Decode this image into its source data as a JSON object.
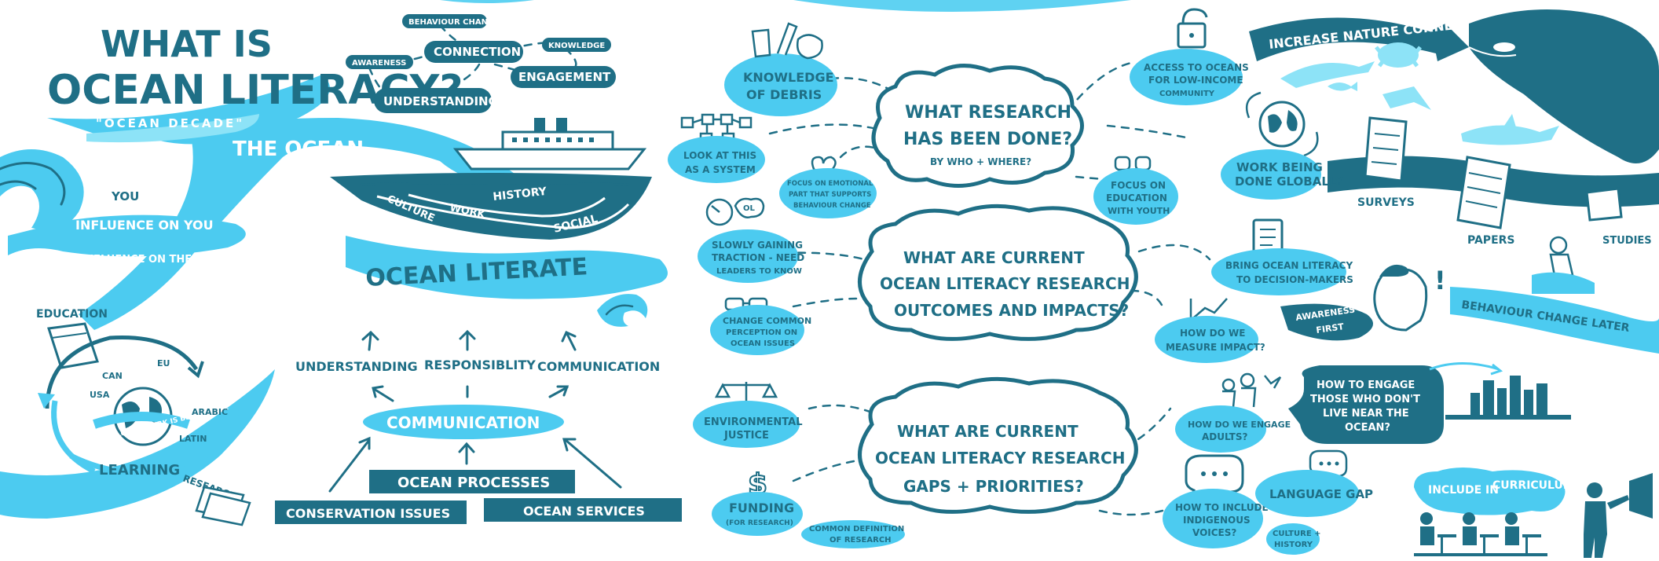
{
  "title": {
    "line1": "WHAT IS",
    "line2": "OCEAN LITERACY?",
    "subtitle": "\"OCEAN DECADE\""
  },
  "left": {
    "the_ocean": "THE OCEAN",
    "you": "YOU",
    "influence_on_you": "INFLUENCE ON YOU",
    "your_influence": "AND YOUR INFLUENCE ON THE OCEAN",
    "network": {
      "behaviour_change": "BEHAVIOUR CHANGE",
      "knowledge": "KNOWLEDGE",
      "awareness": "AWARENESS",
      "connection": "CONNECTION",
      "engagement": "ENGAGEMENT",
      "understanding": "UNDERSTANDING"
    },
    "layers": {
      "culture": "CULTURE",
      "work": "WORK",
      "history": "HISTORY",
      "social": "SOCIAL"
    },
    "ocean_literate": "OCEAN LITERATE",
    "pillars": {
      "understanding": "UNDERSTANDING",
      "responsibility": "RESPONSIBLITY",
      "communication": "COMMUNICATION"
    },
    "communication_hub": "COMMUNICATION",
    "ocean_processes": "OCEAN PROCESSES",
    "conservation_issues": "CONSERVATION ISSUES",
    "ocean_services": "OCEAN SERVICES",
    "cycle": {
      "education": "EDUCATION",
      "learning": "LEARNING",
      "research": "RESEARCH",
      "globe_banner": "GLOBAL WORK IS BEING DONE",
      "places": [
        "CAN",
        "EU",
        "USA",
        "ARABIC",
        "LATIN"
      ]
    }
  },
  "center": {
    "q1": {
      "line1": "WHAT RESEARCH",
      "line2": "HAS BEEN DONE?",
      "line3": "BY WHO + WHERE?"
    },
    "q2": {
      "line1": "WHAT ARE CURRENT",
      "line2": "OCEAN LITERACY RESEARCH",
      "line3": "OUTCOMES AND IMPACTS?"
    },
    "q3": {
      "line1": "WHAT ARE CURRENT",
      "line2": "OCEAN LITERACY RESEARCH",
      "line3": "GAPS + PRIORITIES?"
    },
    "knowledge_of_debris": [
      "KNOWLEDGE",
      "OF DEBRIS"
    ],
    "system": [
      "LOOK AT THIS",
      "AS A SYSTEM"
    ],
    "emotional": [
      "FOCUS ON EMOTIONAL",
      "PART THAT SUPPORTS",
      "BEHAVIOUR CHANGE"
    ],
    "slowly": [
      "SLOWLY GAINING",
      "TRACTION - NEED",
      "LEADERS TO KNOW"
    ],
    "ol_bubble": "OL",
    "perception": [
      "CHANGE COMMON",
      "PERCEPTION ON",
      "OCEAN ISSUES"
    ],
    "justice": [
      "ENVIRONMENTAL",
      "JUSTICE"
    ],
    "funding": [
      "FUNDING",
      "(FOR RESEARCH)"
    ],
    "definition": [
      "COMMON DEFINITION",
      "OF RESEARCH"
    ]
  },
  "right": {
    "access": [
      "ACCESS TO OCEANS",
      "FOR LOW-INCOME",
      "COMMUNITY"
    ],
    "increase_nature": "INCREASE NATURE CONNECTION",
    "global": [
      "WORK BEING",
      "DONE GLOBALLY"
    ],
    "youth": [
      "FOCUS ON",
      "EDUCATION",
      "WITH YOUTH"
    ],
    "surveys": "SURVEYS",
    "papers": "PAPERS",
    "studies": "STUDIES",
    "decision": [
      "BRING OCEAN LITERACY",
      "TO DECISION-MAKERS"
    ],
    "measure": [
      "HOW DO WE",
      "MEASURE IMPACT?"
    ],
    "awareness_first": [
      "AWARENESS",
      "FIRST"
    ],
    "behaviour_later": "BEHAVIOUR CHANGE LATER",
    "engage_adults": [
      "HOW DO WE ENGAGE",
      "ADULTS?"
    ],
    "engage_far": [
      "HOW TO ENGAGE",
      "THOSE WHO DON'T",
      "LIVE NEAR THE",
      "OCEAN?"
    ],
    "indigenous": [
      "HOW TO INCLUDE",
      "INDIGENOUS",
      "VOICES?"
    ],
    "language_gap": "LANGUAGE GAP",
    "culture_history": [
      "CULTURE +",
      "HISTORY"
    ],
    "curriculum": [
      "INCLUDE IN",
      "CURRICULUM"
    ]
  },
  "colors": {
    "navy": "#1f6f86",
    "light_blue": "#4ccbf0",
    "pale_blue": "#8de3f7",
    "white": "#ffffff"
  }
}
